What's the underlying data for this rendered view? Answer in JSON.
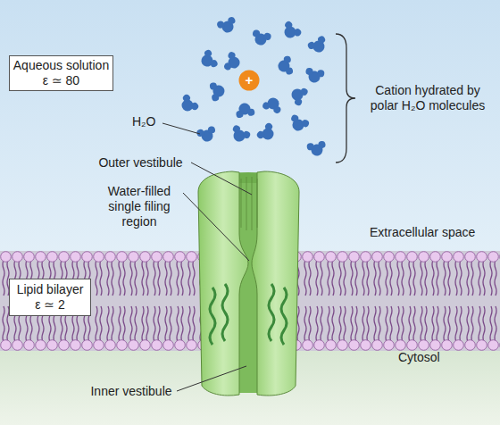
{
  "diagram": {
    "nodes": [
      {
        "text": [
          "Aqueous solution",
          "ε ≃ 80"
        ]
      },
      {
        "text": [
          "Lipid bilayer",
          "ε ≃ 2"
        ]
      },
      {
        "text": [
          "+"
        ]
      }
    ],
    "labels": [
      "H₂O",
      "Cation hydrated by polar H₂O molecules",
      "Outer vestibule",
      "Water-filled single filing region",
      "Extracellular space",
      "Cytosol",
      "Inner vestibule"
    ]
  }
}
